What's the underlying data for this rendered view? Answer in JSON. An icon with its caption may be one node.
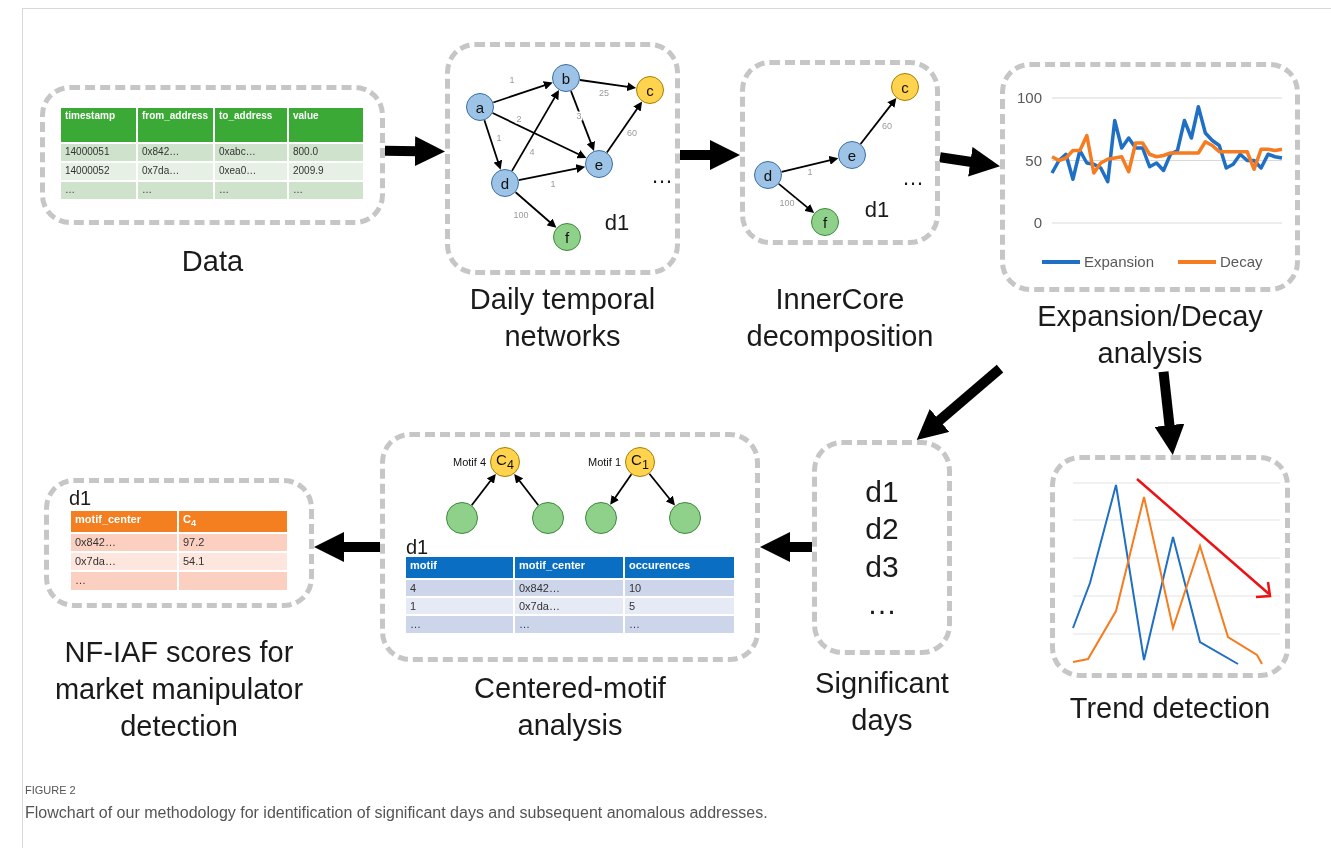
{
  "diagram": {
    "caption": "Flowchart of our methodology for identification of significant days and subsequent anomalous addresses.",
    "nodes": [
      {
        "text": [
          "Data"
        ]
      },
      {
        "text": [
          "Daily temporal networks"
        ]
      },
      {
        "text": [
          "a"
        ],
        "in": 1
      },
      {
        "text": [
          "b"
        ],
        "in": 1
      },
      {
        "text": [
          "c"
        ],
        "in": 1
      },
      {
        "text": [
          "d"
        ],
        "in": 1
      },
      {
        "text": [
          "e"
        ],
        "in": 1
      },
      {
        "text": [
          "f"
        ],
        "in": 1
      },
      {
        "text": [
          "InnerCore decomposition"
        ]
      },
      {
        "text": [
          "c"
        ],
        "in": 8
      },
      {
        "text": [
          "e"
        ],
        "in": 8
      },
      {
        "text": [
          "d"
        ],
        "in": 8
      },
      {
        "text": [
          "f"
        ],
        "in": 8
      },
      {
        "text": [
          "Expansion/Decay analysis"
        ]
      },
      {
        "text": [
          "NF-IAF scores for market manipulator detection"
        ]
      },
      {
        "text": [
          "Centered-motif analysis"
        ]
      },
      {
        "text": [
          "C$_{4}$"
        ],
        "in": 15,
        "beside": [
          "Motif 4"
        ]
      },
      {
        "text": [
          "C$_{1}$"
        ],
        "in": 15,
        "beside": [
          "Motif 1"
        ]
      },
      {
        "text": [],
        "shape": "circle",
        "in": 15
      },
      {
        "text": [],
        "shape": "circle",
        "in": 15
      },
      {
        "text": [],
        "shape": "circle",
        "in": 15
      },
      {
        "text": [],
        "shape": "circle",
        "in": 15
      },
      {
        "text": [
          "d1",
          "d2",
          "d3",
          "…",
          "Significant days"
        ]
      },
      {
        "text": [
          "Trend detection"
        ]
      }
    ],
    "edges": [
      {
        "from": 0,
        "to": 1,
        "arrow": "to",
        "style": "thick"
      },
      {
        "from": 1,
        "to": 8,
        "arrow": "to",
        "style": "thick"
      },
      {
        "from": 8,
        "to": 13,
        "arrow": "to",
        "style": "thick"
      },
      {
        "from": 13,
        "to": 22,
        "arrow": "to",
        "style": "thick"
      },
      {
        "from": 13,
        "to": 23,
        "arrow": "to",
        "style": "thick"
      },
      {
        "from": 22,
        "to": 15,
        "arrow": "to",
        "style": "thick"
      },
      {
        "from": 15,
        "to": 14,
        "arrow": "to",
        "style": "thick"
      },
      {
        "from": 2,
        "to": 3,
        "arrow": "to",
        "label": "1"
      },
      {
        "from": 2,
        "to": 5,
        "arrow": "to",
        "label": "1"
      },
      {
        "from": 2,
        "to": 6,
        "arrow": "to",
        "label": "2"
      },
      {
        "from": 3,
        "to": 4,
        "arrow": "to",
        "label": "25"
      },
      {
        "from": 3,
        "to": 6,
        "arrow": "to",
        "label": "3"
      },
      {
        "from": 5,
        "to": 3,
        "arrow": "to",
        "label": "4"
      },
      {
        "from": 5,
        "to": 6,
        "arrow": "to",
        "label": "1"
      },
      {
        "from": 5,
        "to": 7,
        "arrow": "to",
        "label": "100"
      },
      {
        "from": 6,
        "to": 4,
        "arrow": "to",
        "label": "60"
      },
      {
        "from": 11,
        "to": 10,
        "arrow": "to",
        "label": "1"
      },
      {
        "from": 10,
        "to": 9,
        "arrow": "to",
        "label": "60"
      },
      {
        "from": 11,
        "to": 12,
        "arrow": "to",
        "label": "100"
      },
      {
        "from": 18,
        "to": 16,
        "arrow": "to"
      },
      {
        "from": 19,
        "to": 16,
        "arrow": "to"
      },
      {
        "from": 17,
        "to": 20,
        "arrow": "to"
      },
      {
        "from": 17,
        "to": 21,
        "arrow": "to"
      }
    ],
    "labels": [
      "timestamp",
      "from_address",
      "to_address",
      "value",
      "14000051",
      "0x842…",
      "0xabc…",
      "800.0",
      "14000052",
      "0x7da…",
      "0xea0…",
      "2009.9",
      "…",
      "…",
      "…",
      "…",
      "…",
      "d1",
      "…",
      "d1",
      "d1",
      "motif_center",
      "C$_{4}$",
      "0x842…",
      "97.2",
      "0x7da…",
      "54.1",
      "…",
      "d1",
      "motif",
      "motif_center",
      "occurences",
      "4",
      "0x842…",
      "10",
      "1",
      "0x7da…",
      "5",
      "…",
      "…",
      "…",
      "FIGURE 2"
    ],
    "chart_data": {
      "type": "line",
      "legend": "bottom",
      "ylim": [
        0,
        100
      ],
      "yticks": [
        0,
        50,
        100
      ],
      "series": [
        {
          "name": "Expansion",
          "color": "#1f6fc5",
          "values": [
            40,
            50,
            55,
            35,
            58,
            48,
            47,
            44,
            33,
            82,
            60,
            68,
            60,
            60,
            45,
            48,
            42,
            55,
            58,
            82,
            68,
            93,
            72,
            66,
            62,
            44,
            47,
            55,
            50,
            50,
            44,
            55,
            53,
            52
          ]
        },
        {
          "name": "Decay",
          "color": "#f57c20",
          "values": [
            53,
            50,
            52,
            58,
            58,
            70,
            40,
            48,
            51,
            52,
            53,
            41,
            64,
            64,
            55,
            53,
            54,
            56,
            56,
            56,
            56,
            56,
            65,
            62,
            57,
            57,
            57,
            57,
            57,
            43,
            59,
            59,
            58,
            59
          ]
        }
      ]
    }
  }
}
